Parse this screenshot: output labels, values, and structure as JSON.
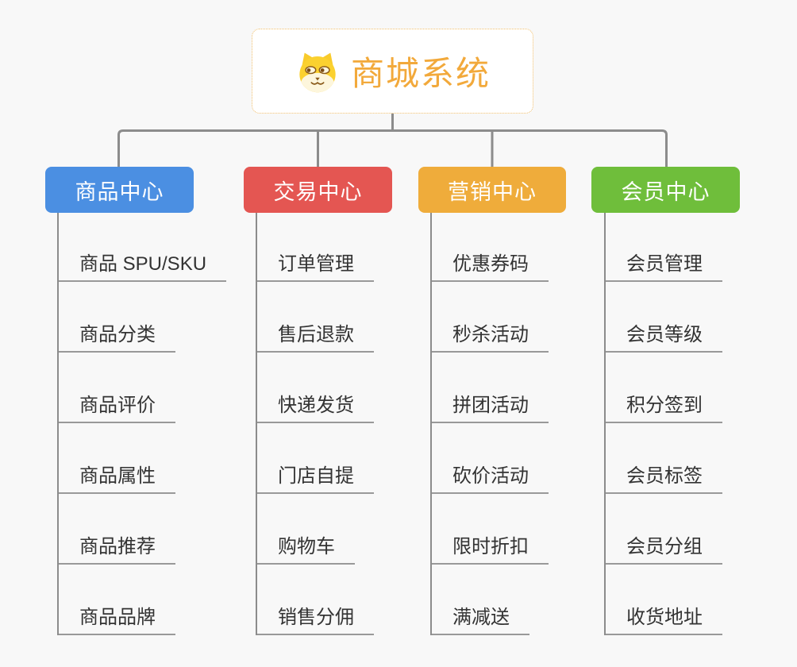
{
  "root": {
    "title": "商城系统",
    "icon": "dog-face-icon"
  },
  "branches": [
    {
      "label": "商品中心",
      "color": "#4b8fe2",
      "items": [
        "商品 SPU/SKU",
        "商品分类",
        "商品评价",
        "商品属性",
        "商品推荐",
        "商品品牌"
      ]
    },
    {
      "label": "交易中心",
      "color": "#e45652",
      "items": [
        "订单管理",
        "售后退款",
        "快递发货",
        "门店自提",
        "购物车",
        "销售分佣"
      ]
    },
    {
      "label": "营销中心",
      "color": "#efac3b",
      "items": [
        "优惠券码",
        "秒杀活动",
        "拼团活动",
        "砍价活动",
        "限时折扣",
        "满减送"
      ]
    },
    {
      "label": "会员中心",
      "color": "#6fbe3b",
      "items": [
        "会员管理",
        "会员等级",
        "积分签到",
        "会员标签",
        "会员分组",
        "收货地址"
      ]
    }
  ],
  "colors": {
    "background": "#f8f8f8",
    "connector": "#8c8c8c",
    "underline": "#999999",
    "item_text": "#333333",
    "root_text": "#f2a93b",
    "root_border": "#f0be6b"
  }
}
